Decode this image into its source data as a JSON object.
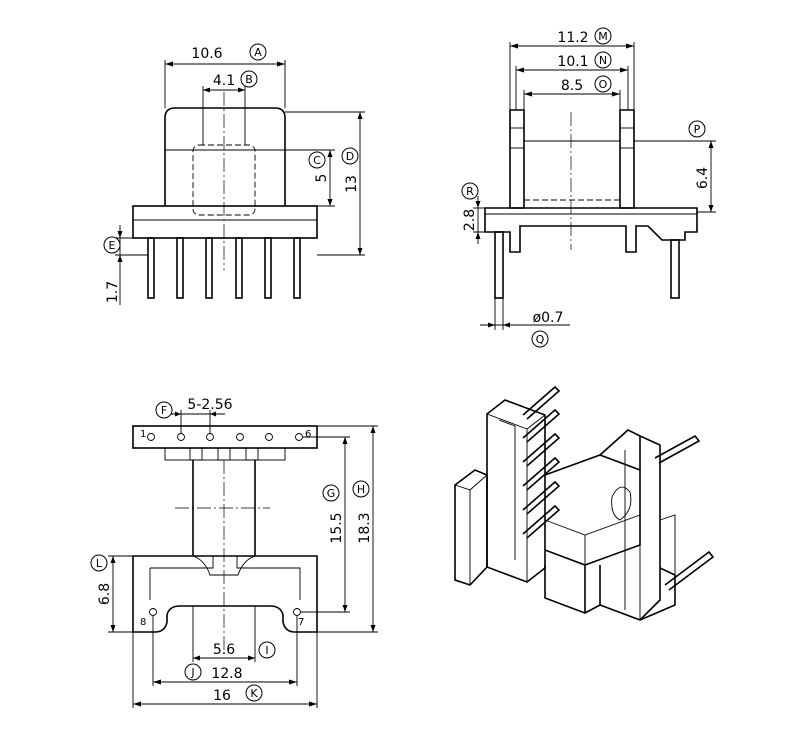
{
  "dimensions": {
    "A": "10.6",
    "B": "4.1",
    "C": "5",
    "D": "13",
    "E": "",
    "E_value": "1.7",
    "M": "11.2",
    "N": "10.1",
    "O": "8.5",
    "P": "6.4",
    "R": "2.8",
    "Q": "ø0.7",
    "F": "5-2.56",
    "G": "15.5",
    "H": "18.3",
    "L": "6.8",
    "I": "5.6",
    "J": "12.8",
    "K": "16"
  },
  "callout_letters": {
    "A": "A",
    "B": "B",
    "C": "C",
    "D": "D",
    "E": "E",
    "M": "M",
    "N": "N",
    "O": "O",
    "P": "P",
    "Q": "Q",
    "R": "R",
    "F": "F",
    "G": "G",
    "H": "H",
    "I": "I",
    "J": "J",
    "K": "K",
    "L": "L"
  },
  "pin_numbers": {
    "p1": "1",
    "p6": "6",
    "p7": "7",
    "p8": "8"
  }
}
